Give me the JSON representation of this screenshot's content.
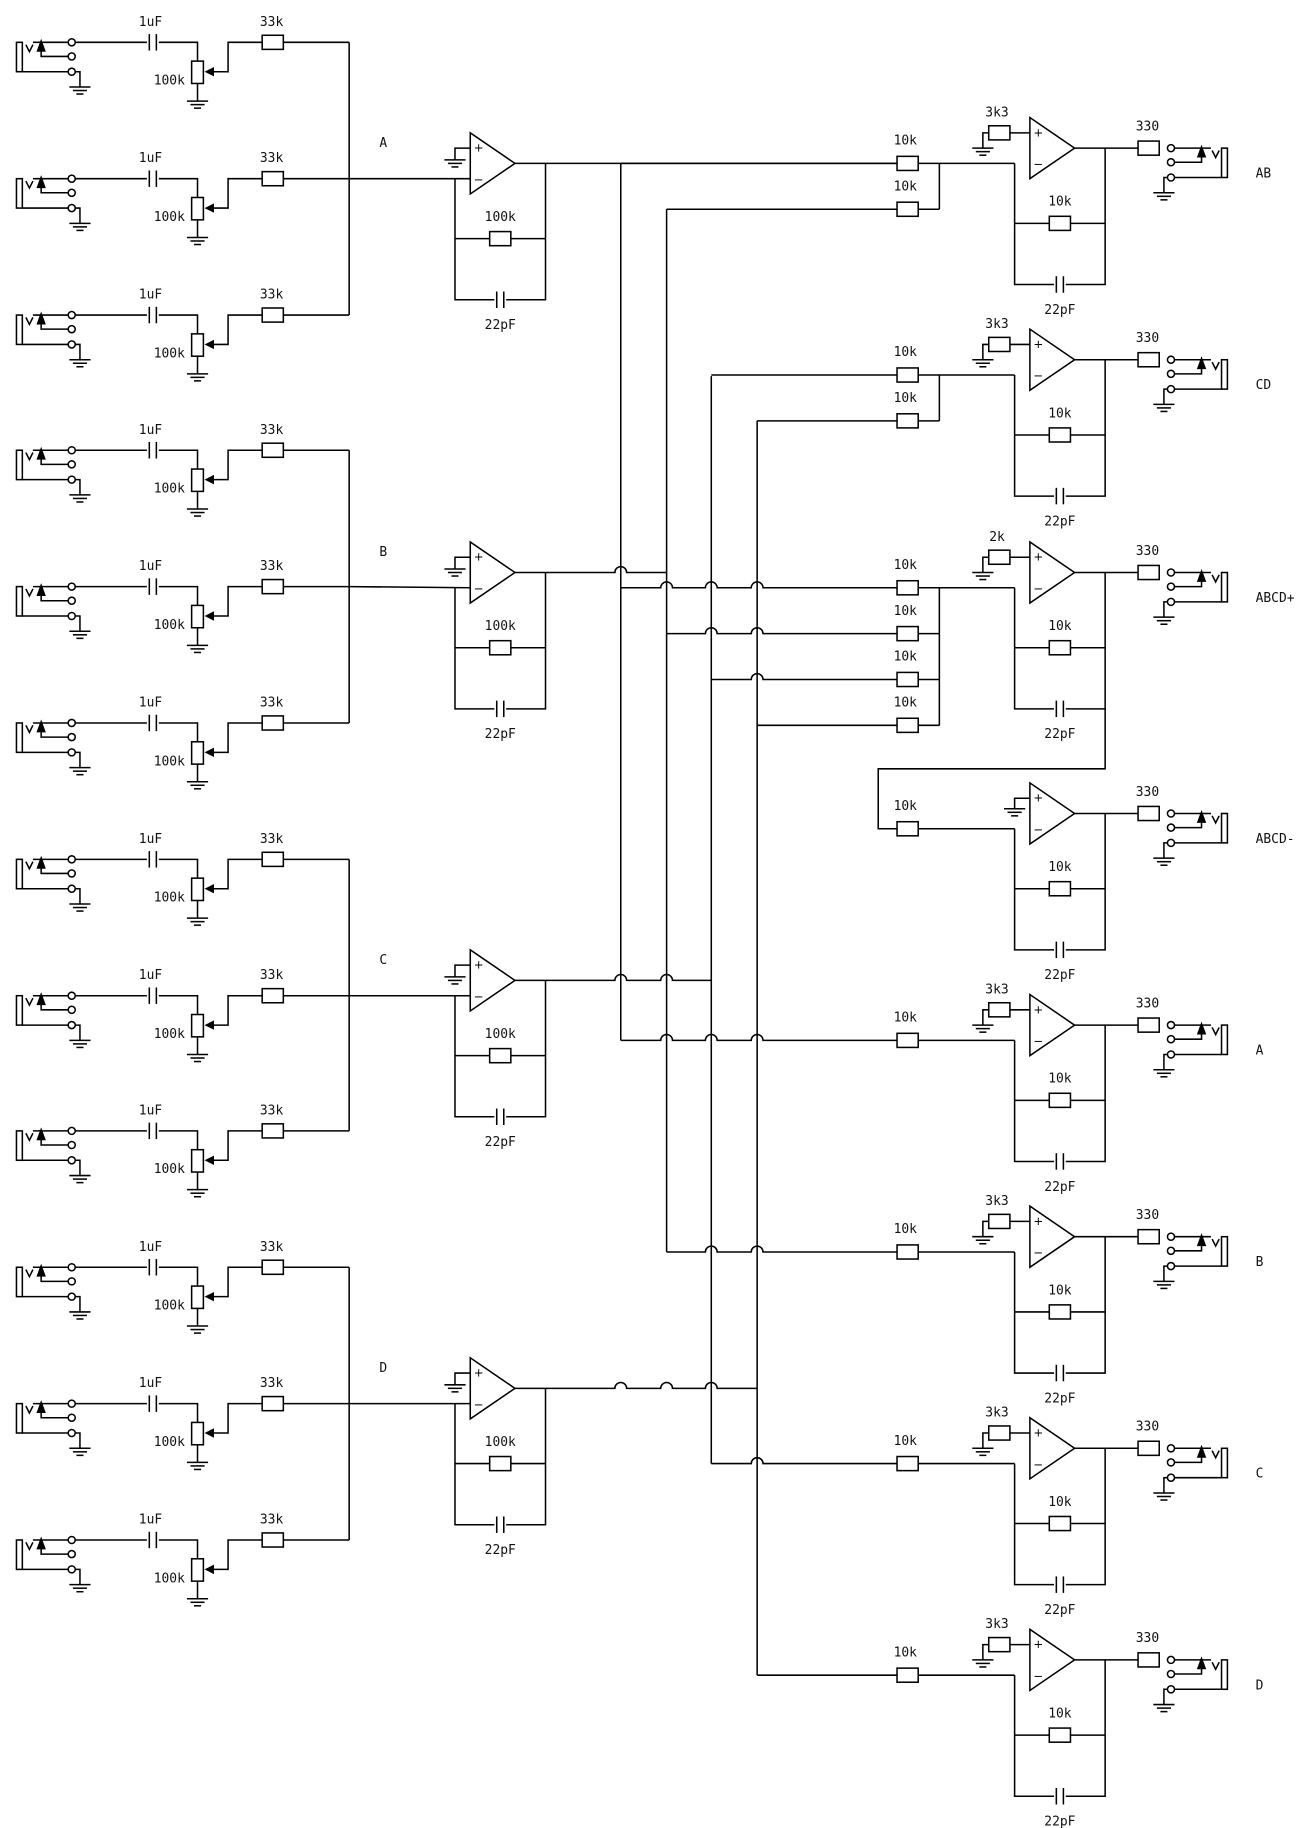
{
  "title": "4-channel mixer with sub-mix outputs (schematic)",
  "colors": {
    "ink": "#000000",
    "background": "#ffffff"
  },
  "input_groups": [
    {
      "label": "A",
      "channels": 3
    },
    {
      "label": "B",
      "channels": 3
    },
    {
      "label": "C",
      "channels": 3
    },
    {
      "label": "D",
      "channels": 3
    }
  ],
  "input_channel": {
    "coupling_cap": "1uF",
    "level_pot": "100k",
    "mix_resistor": "33k"
  },
  "group_amp": {
    "feedback_resistor": "100k",
    "feedback_cap": "22pF"
  },
  "output_amps": [
    {
      "label": "AB",
      "plus_resistor": "3k3",
      "inputs": [
        "10k",
        "10k"
      ],
      "sources": [
        "A",
        "B"
      ],
      "feedback_resistor": "10k",
      "feedback_cap": "22pF",
      "output_resistor": "330"
    },
    {
      "label": "CD",
      "plus_resistor": "3k3",
      "inputs": [
        "10k",
        "10k"
      ],
      "sources": [
        "C",
        "D"
      ],
      "feedback_resistor": "10k",
      "feedback_cap": "22pF",
      "output_resistor": "330"
    },
    {
      "label": "ABCD+",
      "plus_resistor": "2k",
      "inputs": [
        "10k",
        "10k",
        "10k",
        "10k"
      ],
      "sources": [
        "A",
        "B",
        "C",
        "D"
      ],
      "feedback_resistor": "10k",
      "feedback_cap": "22pF",
      "output_resistor": "330"
    },
    {
      "label": "ABCD-",
      "plus_resistor": null,
      "inputs": [
        "10k"
      ],
      "sources": [
        "ABCD+"
      ],
      "feedback_resistor": "10k",
      "feedback_cap": "22pF",
      "output_resistor": "330"
    },
    {
      "label": "A",
      "plus_resistor": "3k3",
      "inputs": [
        "10k"
      ],
      "sources": [
        "A"
      ],
      "feedback_resistor": "10k",
      "feedback_cap": "22pF",
      "output_resistor": "330"
    },
    {
      "label": "B",
      "plus_resistor": "3k3",
      "inputs": [
        "10k"
      ],
      "sources": [
        "B"
      ],
      "feedback_resistor": "10k",
      "feedback_cap": "22pF",
      "output_resistor": "330"
    },
    {
      "label": "C",
      "plus_resistor": "3k3",
      "inputs": [
        "10k"
      ],
      "sources": [
        "C"
      ],
      "feedback_resistor": "10k",
      "feedback_cap": "22pF",
      "output_resistor": "330"
    },
    {
      "label": "D",
      "plus_resistor": "3k3",
      "inputs": [
        "10k"
      ],
      "sources": [
        "D"
      ],
      "feedback_resistor": "10k",
      "feedback_cap": "22pF",
      "output_resistor": "330"
    }
  ],
  "opamp_signs": {
    "plus": "+",
    "minus": "−"
  }
}
